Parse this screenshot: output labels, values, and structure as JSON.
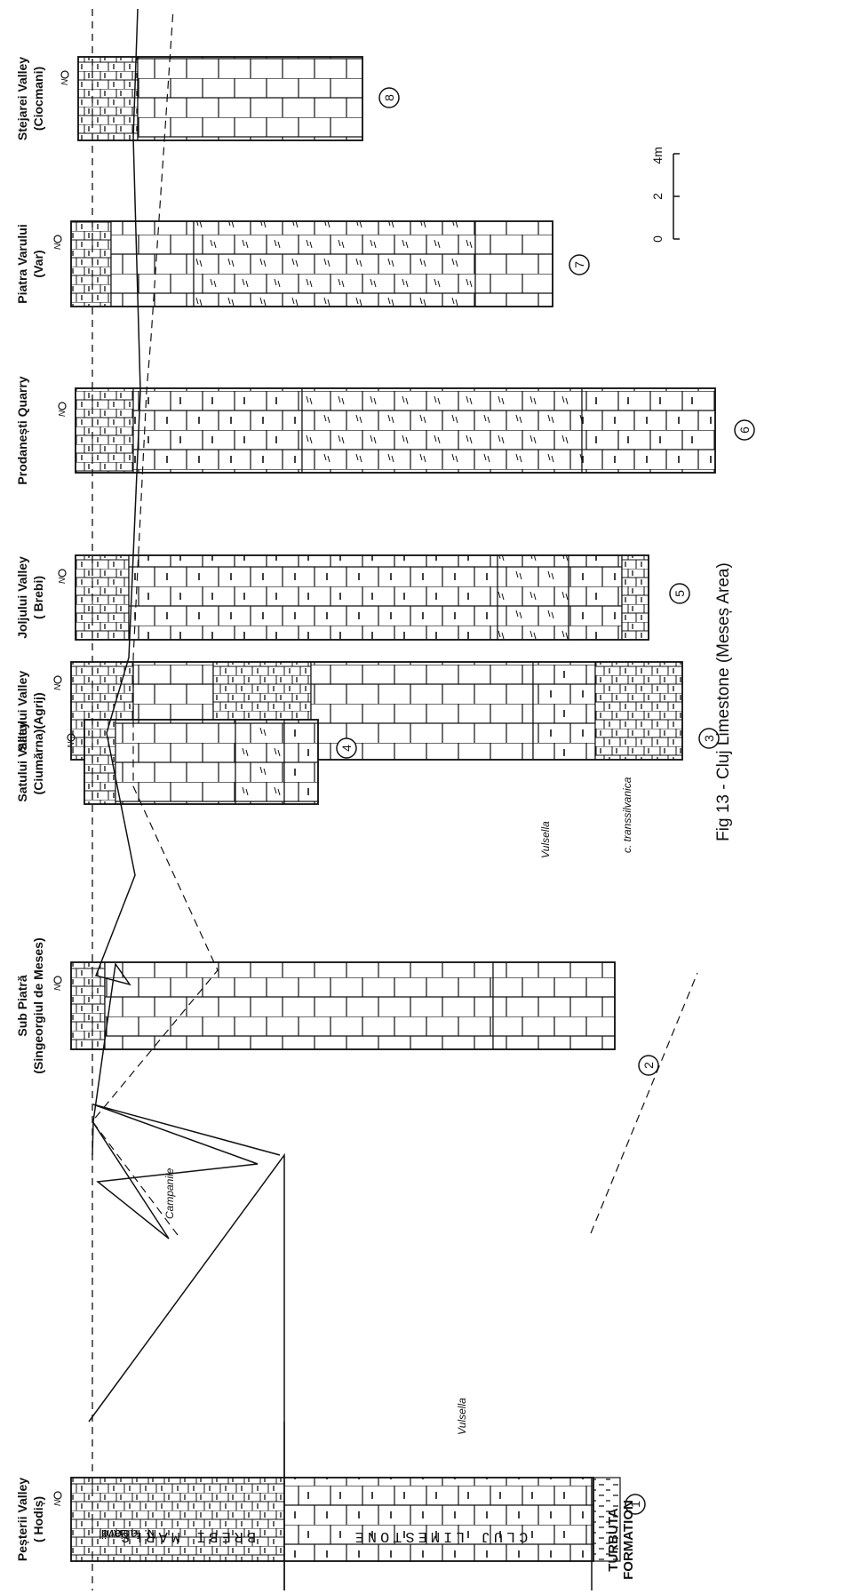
{
  "figure": {
    "caption": "Fig 13 -    Cluj Limestone (Meseș Area)"
  },
  "scale_bar": {
    "labels": [
      "0",
      "2",
      "4m"
    ]
  },
  "formations": {
    "brebi": "BREBI MARLS",
    "cluj": "CLUJ LIMESTONE",
    "turbuta_line1": "TURBUTA",
    "turbuta_line2": "FORMATION",
    "marker_line1": "N. fabianii",
    "marker_line2": "Level"
  },
  "sections": [
    {
      "number": "1",
      "name": "Peșterii Valley",
      "locality": "( Hodiș)"
    },
    {
      "number": "2",
      "name": "Sub Piatră",
      "locality": "(Singeorgiul de Meses)"
    },
    {
      "number": "3",
      "name": "Satului Valley",
      "locality": "(Agrij)"
    },
    {
      "number": "4",
      "name": "Satului Valley",
      "locality": "(Ciumărna)"
    },
    {
      "number": "5",
      "name": "Joljului Valley",
      "locality": "( Brebi)"
    },
    {
      "number": "6",
      "name": "Prodanești Quarry",
      "locality": ""
    },
    {
      "number": "7",
      "name": "Piatra Varului",
      "locality": "(Var)"
    },
    {
      "number": "8",
      "name": "Stejarei Valley",
      "locality": "(Ciocmani)"
    }
  ],
  "annotations": {
    "vulsella_1": "Vulsella",
    "vulsella_3": "Vulsella",
    "campanile": "Campanile",
    "transsilvanica": "c. transsilvanica",
    "nummulite_tag": "N"
  }
}
